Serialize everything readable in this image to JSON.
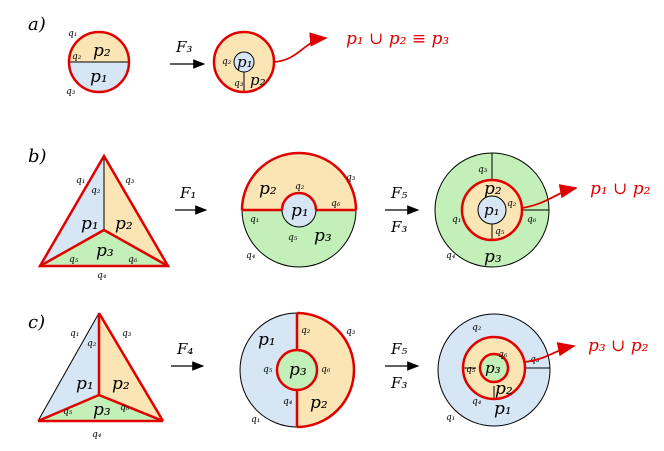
{
  "colors": {
    "blue": "#d7e6f5",
    "yellow": "#fbe5b5",
    "green": "#c3f0b8",
    "red": "#e00000",
    "outline": "#000000"
  },
  "rows": {
    "a": {
      "label": "a)",
      "left": {
        "q1": "q₁",
        "q2": "q₂",
        "q3": "q₃",
        "p1": "p₁",
        "p2": "p₂"
      },
      "op": "F₃",
      "right": {
        "p1": "p₁",
        "p2": "p₂",
        "q2": "q₂",
        "q3": "q₃"
      },
      "result": "p₁ ∪ p₂ ≡ p₃"
    },
    "b": {
      "label": "b)",
      "left": {
        "q1": "q₁",
        "q2": "q₂",
        "q3": "q₃",
        "q4": "q₄",
        "q5": "q₅",
        "q6": "q₆",
        "p1": "p₁",
        "p2": "p₂",
        "p3": "p₃"
      },
      "op1": "F₁",
      "mid": {
        "p1": "p₁",
        "p2": "p₂",
        "p3": "p₃",
        "q1": "q₁",
        "q2": "q₂",
        "q3": "q₃",
        "q4": "q₄",
        "q5": "q₅",
        "q6": "q₆"
      },
      "op2_top": "F₅",
      "op2_bottom": "F₃",
      "right": {
        "p1": "p₁",
        "p2": "p₂",
        "p3": "p₃",
        "q1": "q₁",
        "q2": "q₂",
        "q3": "q₃",
        "q4": "q₄",
        "q5": "q₅",
        "q6": "q₆"
      },
      "result": "p₁ ∪ p₂"
    },
    "c": {
      "label": "c)",
      "left": {
        "q1": "q₁",
        "q2": "q₂",
        "q3": "q₃",
        "q4": "q₄",
        "q5": "q₅",
        "q6": "q₆",
        "p1": "p₁",
        "p2": "p₂",
        "p3": "p₃"
      },
      "op1": "F₄",
      "mid": {
        "p1": "p₁",
        "p2": "p₂",
        "p3": "p₃",
        "q1": "q₁",
        "q2": "q₂",
        "q3": "q₃",
        "q4": "q₄",
        "q5": "q₅",
        "q6": "q₆"
      },
      "op2_top": "F₅",
      "op2_bottom": "F₃",
      "right": {
        "p1": "p₁",
        "p2": "p₂",
        "p3": "p₃",
        "q1": "q₁",
        "q2": "q₂",
        "q3": "q₃",
        "q4": "q₄",
        "q5": "q₅",
        "q6": "q₆"
      },
      "result": "p₃ ∪ p₂"
    }
  }
}
